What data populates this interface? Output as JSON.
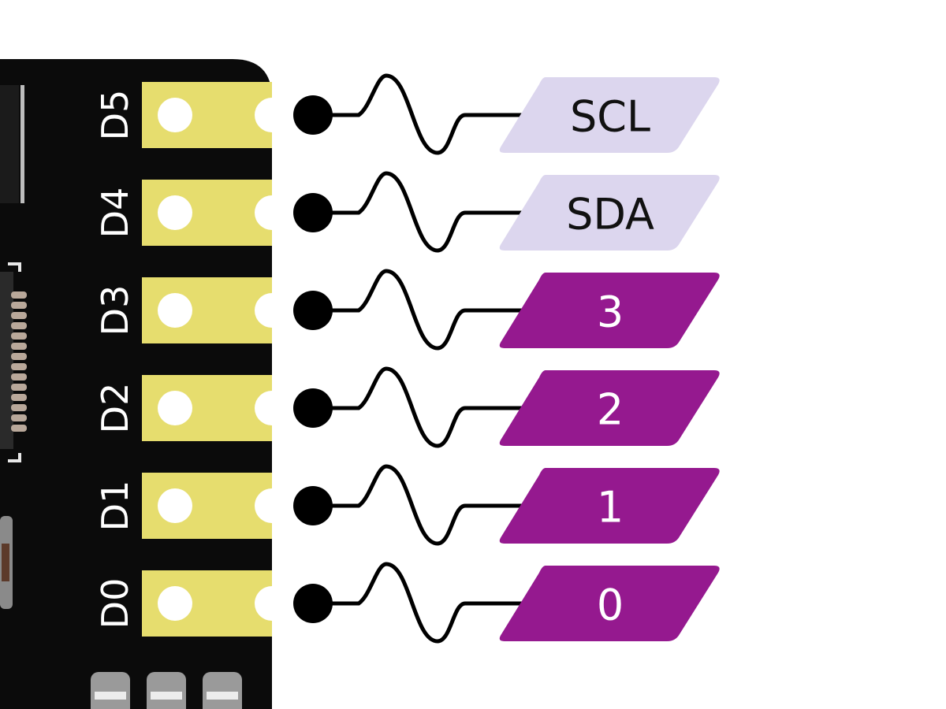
{
  "board": {
    "pcb_color": "#0b0b0b",
    "pad_color": "#e6dd6e",
    "silkscreen_color": "#ffffff"
  },
  "pins": [
    {
      "pin": "D5",
      "tag": "SCL",
      "style": "light"
    },
    {
      "pin": "D4",
      "tag": "SDA",
      "style": "light"
    },
    {
      "pin": "D3",
      "tag": "3",
      "style": "dark"
    },
    {
      "pin": "D2",
      "tag": "2",
      "style": "dark"
    },
    {
      "pin": "D1",
      "tag": "1",
      "style": "dark"
    },
    {
      "pin": "D0",
      "tag": "0",
      "style": "dark"
    }
  ],
  "tag_styles": {
    "light": {
      "fill": "#dcd6ee",
      "text": "#111111"
    },
    "dark": {
      "fill": "#95198f",
      "text": "#ffffff"
    }
  },
  "connector_color": "#000000"
}
